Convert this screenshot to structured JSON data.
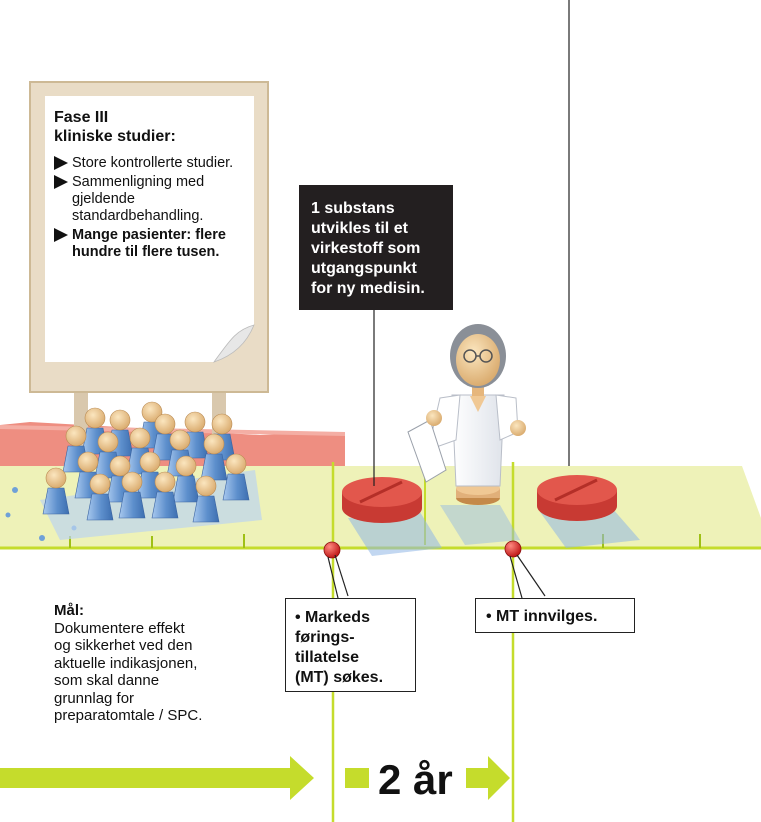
{
  "board": {
    "title_line1": "Fase III",
    "title_line2": "kliniske studier:",
    "items": [
      {
        "line1": "Store kontrollerte studier.",
        "line2": "",
        "line3": "",
        "bold": false
      },
      {
        "line1": "Sammenligning med",
        "line2": "gjeldende",
        "line3": "standardbehandling.",
        "bold": false
      },
      {
        "line1": "Mange pasienter: flere",
        "line2": "hundre til flere tusen.",
        "line3": "",
        "bold": true
      }
    ]
  },
  "substance_callout": {
    "lines": [
      "1 substans",
      "utvikles til et",
      "virkestoff som",
      "utgangspunkt",
      "for ny medisin."
    ]
  },
  "milestone_apply": {
    "lines": [
      "• Markeds",
      "førings-",
      "tillatelse",
      "(MT) søkes."
    ]
  },
  "milestone_grant": {
    "text": "• MT innvilges."
  },
  "goal": {
    "title": "Mål:",
    "lines": [
      "Dokumentere effekt",
      "og sikkerhet ved den",
      "aktuelle indikasjonen,",
      "som skal danne",
      "grunnlag for",
      "preparatomtale / SPC."
    ]
  },
  "timeline": {
    "duration_label": "2 år"
  },
  "colors": {
    "green": "#c5dc2c",
    "band": "#eef2b8",
    "pill": "#e2574c",
    "patient": "#6fa1d8",
    "board_frame": "#e9dcc6",
    "salmon": "#ee8e81",
    "marker": "#d62b2b",
    "callout_dark": "#231f20"
  }
}
